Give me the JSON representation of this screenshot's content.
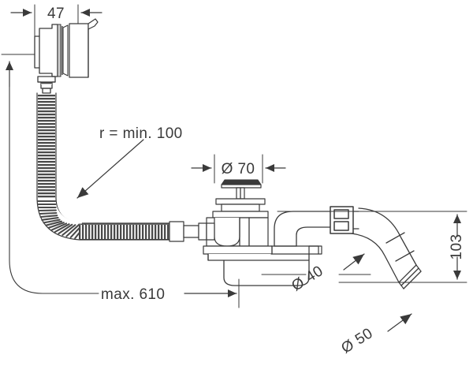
{
  "drawing": {
    "title": "Bath waste and overflow set - technical dimension drawing",
    "background_color": "#ffffff",
    "line_color": "#3a3a3a",
    "hatch_color": "#4a4a4a"
  },
  "dimensions": {
    "overflow_depth": {
      "label": "47",
      "orientation": "horizontal",
      "arrows": "inward"
    },
    "radius_note": {
      "label": "r = min. 100",
      "orientation": "horizontal",
      "arrows": "leader"
    },
    "waste_cap_diameter": {
      "label": "Ø 70",
      "orientation": "horizontal",
      "arrows": "inward"
    },
    "outlet_height": {
      "label": "103",
      "orientation": "vertical",
      "arrows": "outward"
    },
    "hose_length": {
      "label": "max. 610",
      "orientation": "horizontal",
      "arrows": "right"
    },
    "pipe_diameter_40": {
      "label": "Ø 40",
      "orientation": "diagonal",
      "arrows": "leader"
    },
    "pipe_diameter_50": {
      "label": "Ø 50",
      "orientation": "diagonal",
      "arrows": "leader"
    }
  },
  "components": [
    {
      "name": "overflow-fitting",
      "description": "Overflow body with rosette cover at top left"
    },
    {
      "name": "flexible-corrugated-hose",
      "description": "Ribbed flexible hose running from overflow down and across to the siphon"
    },
    {
      "name": "waste-cap",
      "description": "Push-open waste cap assembly at top of siphon"
    },
    {
      "name": "siphon-body",
      "description": "Bath trap / siphon housing"
    },
    {
      "name": "cleaning-eye-cap",
      "description": "Threaded inspection cap on the outlet elbow"
    },
    {
      "name": "outlet-pipe",
      "description": "Angled outlet pipe exiting to lower right"
    }
  ]
}
